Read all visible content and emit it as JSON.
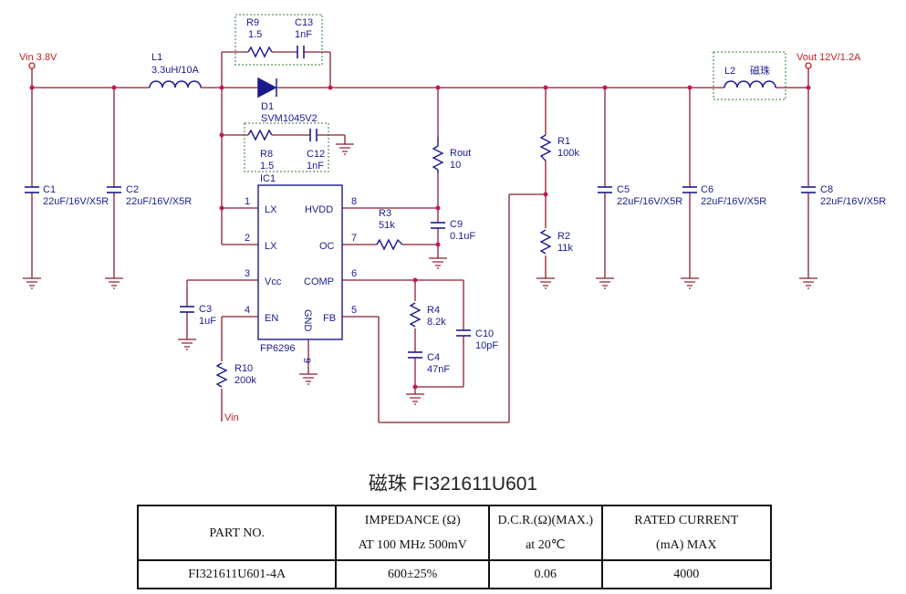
{
  "schematic": {
    "vin_label": "Vin 3.8V",
    "vout_label": "Vout 12V/1.2A",
    "L1": {
      "ref": "L1",
      "value": "3.3uH/10A"
    },
    "L2": {
      "ref": "L2",
      "value": "磁珠"
    },
    "D1": {
      "ref": "D1",
      "value": "SVM1045V2"
    },
    "R9": {
      "ref": "R9",
      "value": "1.5"
    },
    "C13": {
      "ref": "C13",
      "value": "1nF"
    },
    "R8": {
      "ref": "R8",
      "value": "1.5"
    },
    "C12": {
      "ref": "C12",
      "value": "1nF"
    },
    "C1": {
      "ref": "C1",
      "value": "22uF/16V/X5R"
    },
    "C2": {
      "ref": "C2",
      "value": "22uF/16V/X5R"
    },
    "C5": {
      "ref": "C5",
      "value": "22uF/16V/X5R"
    },
    "C6": {
      "ref": "C6",
      "value": "22uF/16V/X5R"
    },
    "C8": {
      "ref": "C8",
      "value": "22uF/16V/X5R"
    },
    "Rout": {
      "ref": "Rout",
      "value": "10"
    },
    "R1": {
      "ref": "R1",
      "value": "100k"
    },
    "R2": {
      "ref": "R2",
      "value": "11k"
    },
    "R3": {
      "ref": "R3",
      "value": "51k"
    },
    "C9": {
      "ref": "C9",
      "value": "0.1uF"
    },
    "C3": {
      "ref": "C3",
      "value": "1uF"
    },
    "R10": {
      "ref": "R10",
      "value": "200k"
    },
    "R4": {
      "ref": "R4",
      "value": "8.2k"
    },
    "C4": {
      "ref": "C4",
      "value": "47nF"
    },
    "C10": {
      "ref": "C10",
      "value": "10pF"
    },
    "vin_net": "Vin",
    "ic": {
      "ref": "IC1",
      "part": "FP6296",
      "pins": [
        {
          "num": "1",
          "name": "LX"
        },
        {
          "num": "2",
          "name": "LX"
        },
        {
          "num": "3",
          "name": "Vcc"
        },
        {
          "num": "4",
          "name": "EN"
        },
        {
          "num": "8",
          "name": "HVDD"
        },
        {
          "num": "7",
          "name": "OC"
        },
        {
          "num": "6",
          "name": "COMP"
        },
        {
          "num": "5",
          "name": "FB"
        },
        {
          "num": "9",
          "name": "GND"
        }
      ]
    }
  },
  "table": {
    "title": "磁珠 FI321611U601",
    "headers": [
      [
        "PART NO.",
        ""
      ],
      [
        "IMPEDANCE (Ω)",
        "AT 100 MHz 500mV"
      ],
      [
        "D.C.R.(Ω)(MAX.)",
        "at 20℃"
      ],
      [
        "RATED CURRENT",
        "(mA) MAX"
      ]
    ],
    "rows": [
      [
        "FI321611U601-4A",
        "600±25%",
        "0.06",
        "4000"
      ]
    ]
  }
}
